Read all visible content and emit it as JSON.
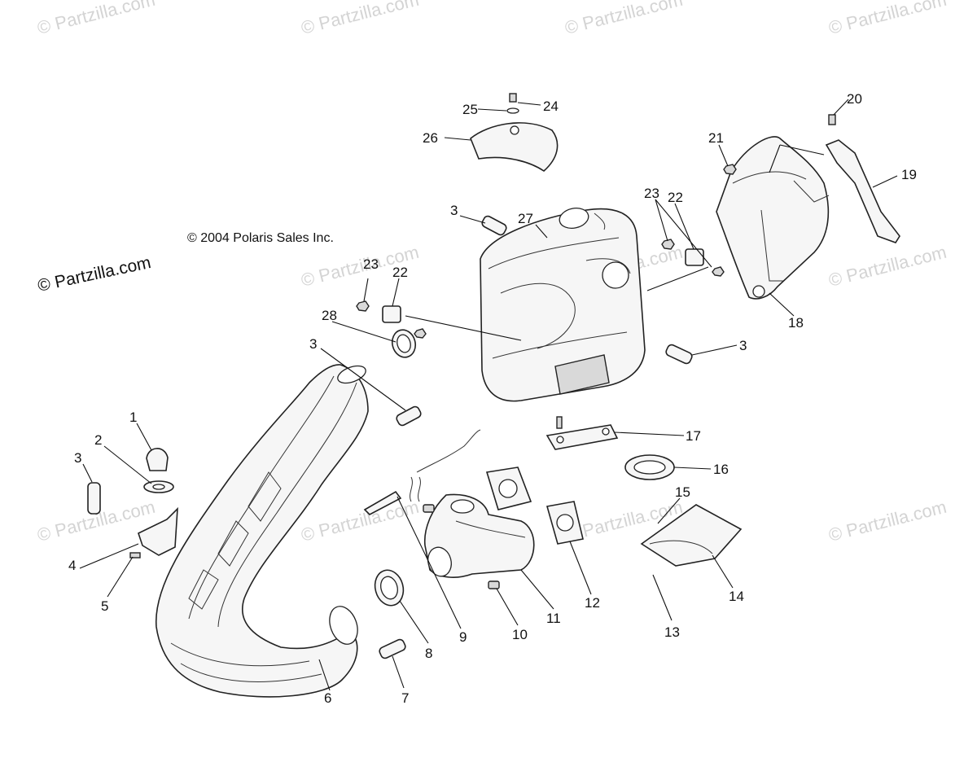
{
  "watermark_text": "© Partzilla.com",
  "brand_text": "© Partzilla.com",
  "copyright_text": "© 2004 Polaris Sales Inc.",
  "callouts": [
    {
      "id": "c1",
      "label": "1"
    },
    {
      "id": "c2",
      "label": "2"
    },
    {
      "id": "c3a",
      "label": "3"
    },
    {
      "id": "c4",
      "label": "4"
    },
    {
      "id": "c5",
      "label": "5"
    },
    {
      "id": "c3b",
      "label": "3"
    },
    {
      "id": "c28",
      "label": "28"
    },
    {
      "id": "c23a",
      "label": "23"
    },
    {
      "id": "c22a",
      "label": "22"
    },
    {
      "id": "c3c",
      "label": "3"
    },
    {
      "id": "c27",
      "label": "27"
    },
    {
      "id": "c26",
      "label": "26"
    },
    {
      "id": "c25",
      "label": "25"
    },
    {
      "id": "c24",
      "label": "24"
    },
    {
      "id": "c23b",
      "label": "23"
    },
    {
      "id": "c22b",
      "label": "22"
    },
    {
      "id": "c3d",
      "label": "3"
    },
    {
      "id": "c21",
      "label": "21"
    },
    {
      "id": "c20",
      "label": "20"
    },
    {
      "id": "c19",
      "label": "19"
    },
    {
      "id": "c18",
      "label": "18"
    },
    {
      "id": "c17",
      "label": "17"
    },
    {
      "id": "c16",
      "label": "16"
    },
    {
      "id": "c15",
      "label": "15"
    },
    {
      "id": "c14",
      "label": "14"
    },
    {
      "id": "c13",
      "label": "13"
    },
    {
      "id": "c12",
      "label": "12"
    },
    {
      "id": "c11",
      "label": "11"
    },
    {
      "id": "c10",
      "label": "10"
    },
    {
      "id": "c9",
      "label": "9"
    },
    {
      "id": "c8",
      "label": "8"
    },
    {
      "id": "c7",
      "label": "7"
    },
    {
      "id": "c6",
      "label": "6"
    }
  ]
}
